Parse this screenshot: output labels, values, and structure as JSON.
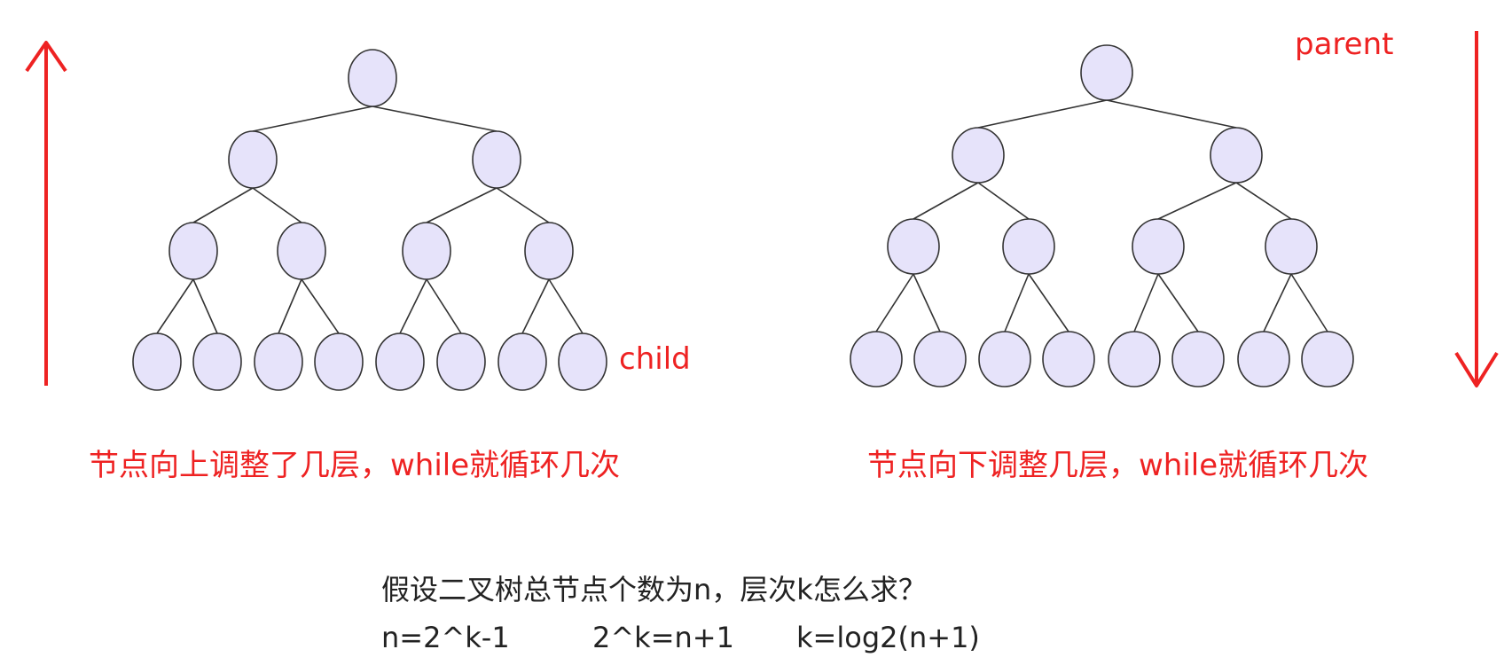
{
  "labels": {
    "parent": "parent",
    "child": "child"
  },
  "captions": {
    "left": "节点向上调整了几层，while就循环几次",
    "right": "节点向下调整几层，while就循环几次"
  },
  "question": "假设二叉树总节点个数为n，层次k怎么求？",
  "formulas": [
    "n=2^k-1",
    "2^k=n+1",
    "k=log2(n+1)"
  ],
  "colors": {
    "annotation": "#ee2222",
    "node_fill": "#e6e3fa",
    "node_stroke": "#333333",
    "edge": "#333333",
    "text": "#222222"
  },
  "trees": [
    {
      "name": "left-tree",
      "levels": 4,
      "arrow": "up"
    },
    {
      "name": "right-tree",
      "levels": 4,
      "arrow": "down"
    }
  ]
}
